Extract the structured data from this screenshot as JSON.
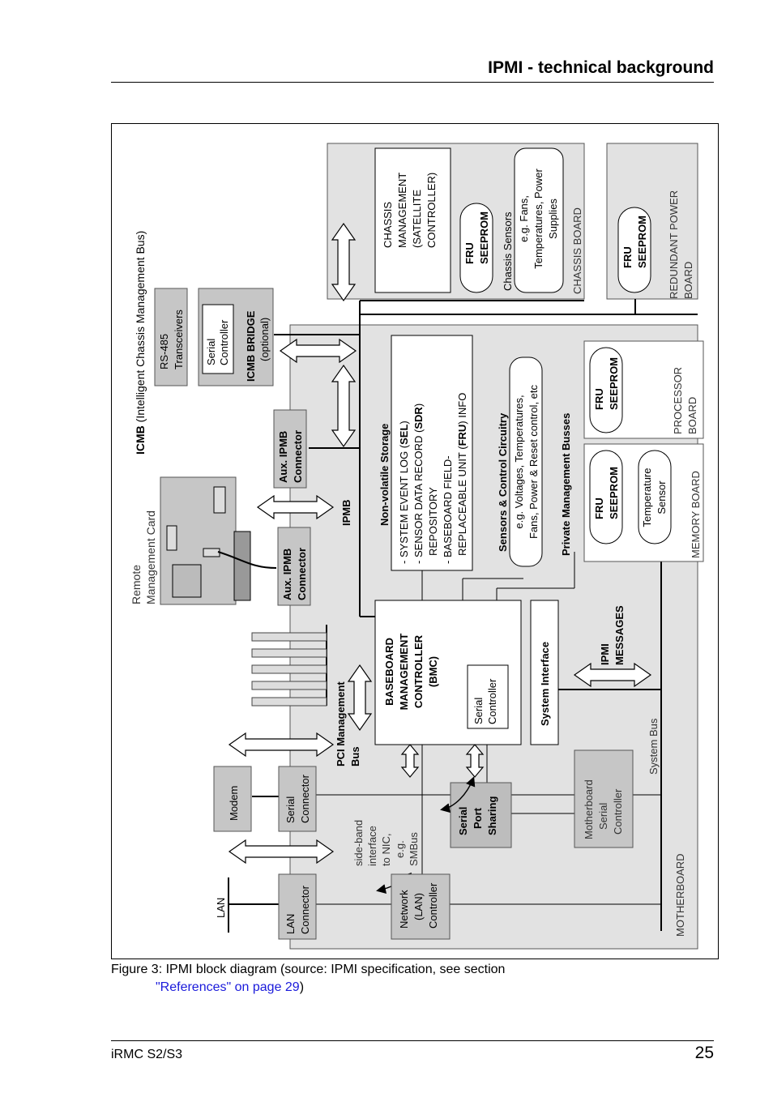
{
  "header": {
    "title": "IPMI - technical background"
  },
  "diagram": {
    "icmb_title_bold": "ICMB",
    "icmb_title_rest": " (Intelligent Chassis Management Bus)",
    "rs485": [
      "RS-485",
      "Transceivers"
    ],
    "icmb_bridge": {
      "serial": [
        "Serial",
        "Controller"
      ],
      "title": "ICMB BRIDGE",
      "optional": "(optional)"
    },
    "remote_card": [
      "Remote",
      "Management Card"
    ],
    "aux_ipmb_1": [
      "Aux. IPMB",
      "Connector"
    ],
    "aux_ipmb_2": [
      "Aux. IPMB",
      "Connector"
    ],
    "ipmb": "IPMB",
    "chassis_mgmt": [
      "CHASSIS",
      "MANAGEMENT",
      "(SATELLITE",
      "CONTROLLER)"
    ],
    "chassis_sensors": {
      "title": "Chassis Sensors",
      "lines": [
        "e.g. Fans,",
        "Temperatures, Power",
        "Supplies"
      ]
    },
    "chassis_board": "CHASSIS BOARD",
    "redundant_power": [
      "REDUNDANT POWER",
      "BOARD"
    ],
    "fru": [
      "FRU",
      "SEEPROM"
    ],
    "nv_storage": {
      "title": "Non-volatile Storage",
      "l1_pre": "- SYSTEM EVENT LOG (",
      "l1_bold": "SEL",
      "l1_post": ")",
      "l2_pre": "- SENSOR DATA RECORD (",
      "l2_bold": "SDR",
      "l2_post": ")",
      "l3": "  REPOSITORY",
      "l4": "- BASEBOARD FIELD-",
      "l5_pre": "  REPLACEABLE UNIT (",
      "l5_bold": "FRU",
      "l5_post": ") INFO"
    },
    "sensors": {
      "title": "Sensors & Control Circuitry",
      "lines": [
        "e.g. Voltages, Temperatures,",
        "Fans, Power & Reset control, etc"
      ]
    },
    "private_busses": "Private Management Busses",
    "processor_board": [
      "PROCESSOR",
      "BOARD"
    ],
    "memory_board": "MEMORY BOARD",
    "temp_sensor": [
      "Temperature",
      "Sensor"
    ],
    "bmc": [
      "BASEBOARD",
      "MANAGEMENT",
      "CONTROLLER",
      "(BMC)"
    ],
    "bmc_serial": [
      "Serial",
      "Controller"
    ],
    "system_interface": "System Interface",
    "ipmi_messages": [
      "IPMI",
      "MESSAGES"
    ],
    "pci_bus": [
      "PCI Management",
      "Bus"
    ],
    "modem": "Modem",
    "serial_connector": [
      "Serial",
      "Connector"
    ],
    "serial_port_sharing": [
      "Serial",
      "Port",
      "Sharing"
    ],
    "mb_serial": [
      "Motherboard",
      "Serial",
      "Controller"
    ],
    "system_bus": "System Bus",
    "sideband": [
      "side-band",
      "interface",
      "to NIC,",
      "e.g.",
      "SMBus"
    ],
    "lan": "LAN",
    "lan_connector": [
      "LAN",
      "Connector"
    ],
    "network": [
      "Network",
      "(LAN)",
      "Controller"
    ],
    "motherboard": "MOTHERBOARD"
  },
  "caption": {
    "line1": "Figure 3: IPMI block diagram (source: IPMI specification, see section",
    "link": "\"References\" on page 29",
    "after": ")"
  },
  "footer": {
    "left": "iRMC S2/S3",
    "page": "25"
  }
}
